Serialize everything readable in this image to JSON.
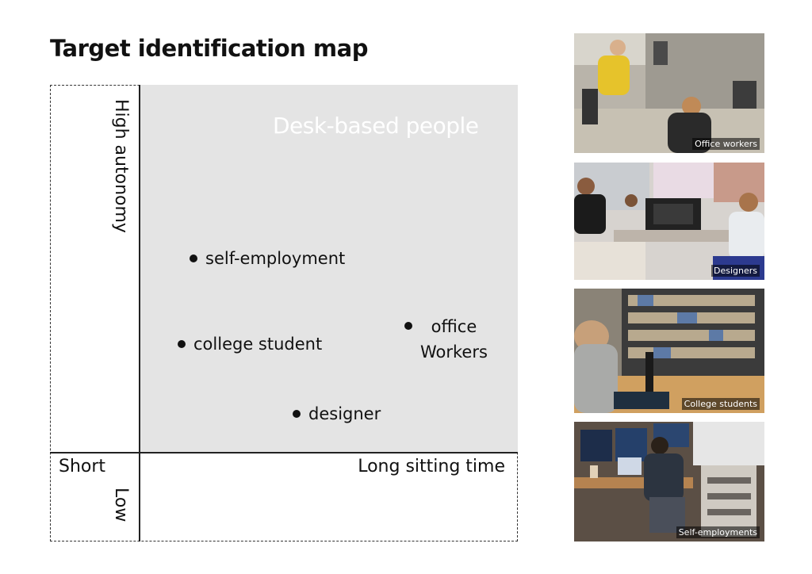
{
  "title": "Target identification map",
  "quadrant_label": "Desk-based people",
  "axes": {
    "y_high": "High autonomy",
    "y_low": "Low",
    "x_short": "Short",
    "x_long": "Long sitting time"
  },
  "points": {
    "self_employment": "self-employment",
    "college_student": "college student",
    "designer": "designer",
    "office_line1": "office",
    "office_line2": "Workers"
  },
  "photos": {
    "office": "Office workers",
    "designers": "Designers",
    "college": "College students",
    "self": "Self-employments"
  }
}
